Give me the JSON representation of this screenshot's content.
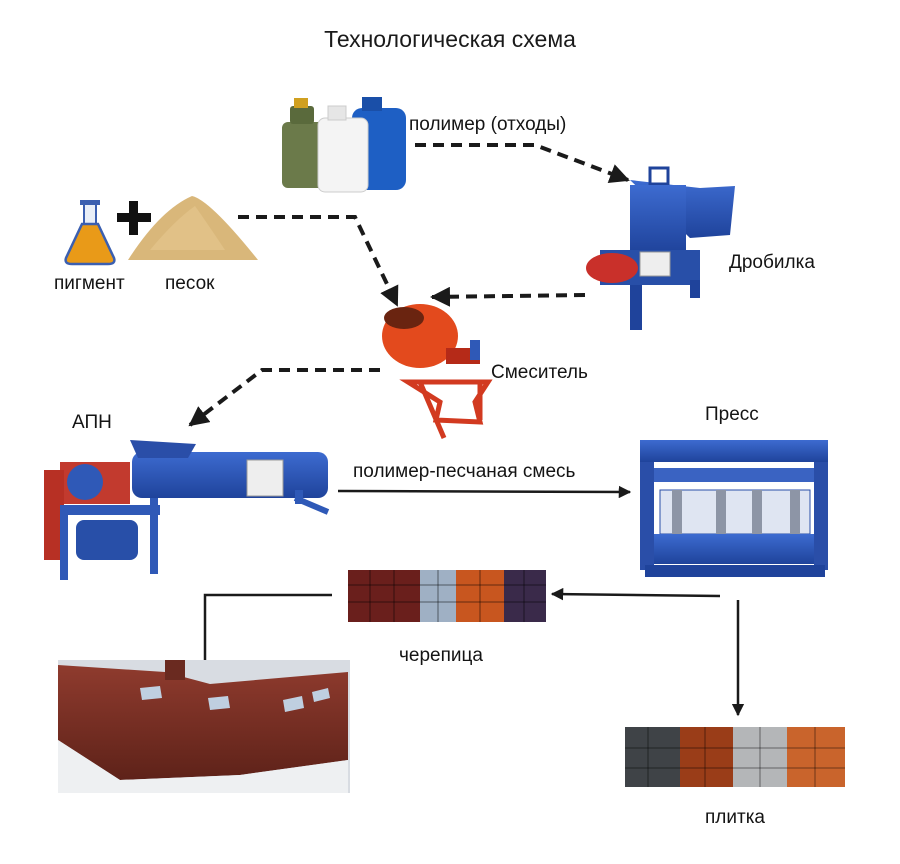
{
  "title": "Технологическая схема",
  "labels": {
    "polymer_waste": "полимер (отходы)",
    "crusher": "Дробилка",
    "pigment": "пигмент",
    "sand": "песок",
    "mixer": "Смеситель",
    "apn": "АПН",
    "press": "Пресс",
    "mixture": "полимер-песчаная смесь",
    "roof_tile": "черепица",
    "paving_tile": "плитка"
  },
  "colors": {
    "machine_blue": "#2f59b7",
    "motor_red": "#c9302a",
    "mixer_orange": "#e34a1d",
    "sand": "#d9b77a",
    "roof_brown": "#7a2f24"
  },
  "illustrations": [
    "canisters-picture",
    "flask-icon",
    "plus-icon",
    "sand-pile-picture",
    "crusher-machine",
    "concrete-mixer",
    "extruder-machine",
    "hydraulic-press",
    "roof-tiles-picture",
    "house-roof-picture",
    "paving-tiles-picture"
  ]
}
